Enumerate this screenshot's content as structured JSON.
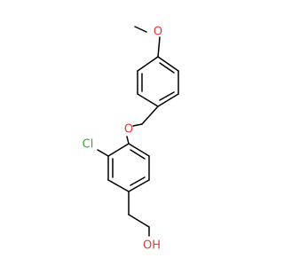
{
  "molecule": {
    "atoms": {
      "methoxy_O": {
        "label": "O",
        "color": "#e53935"
      },
      "ether_O": {
        "label": "O",
        "color": "#e53935"
      },
      "chloro": {
        "label": "Cl",
        "color": "#33aa33"
      },
      "hydroxyl": {
        "label": "OH",
        "color": "#e53935"
      }
    }
  }
}
